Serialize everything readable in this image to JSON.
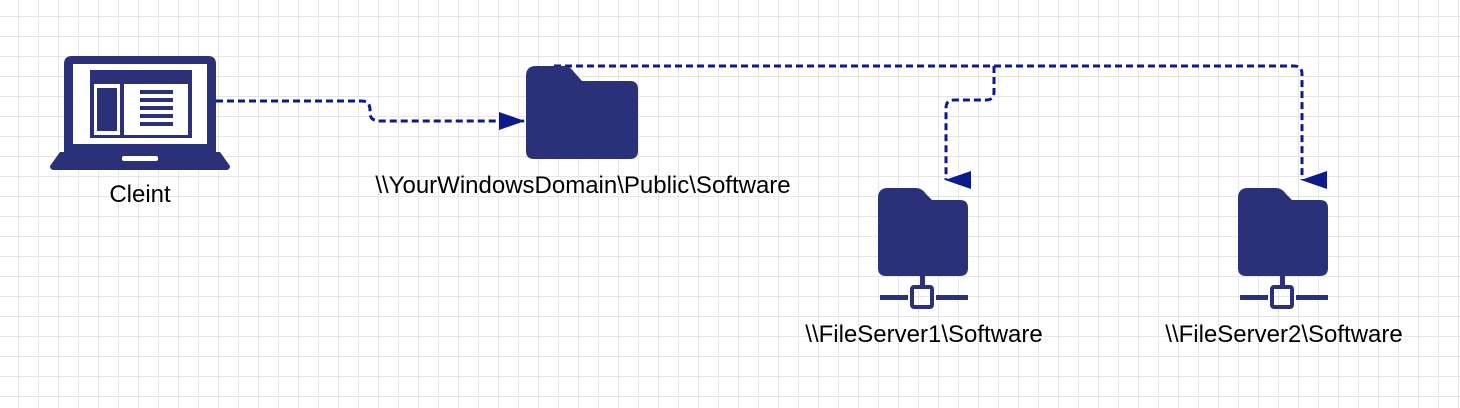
{
  "colors": {
    "icon": "#2b3179",
    "connector": "#0b1a8c",
    "grid": "#e6e6e6",
    "background": "#ffffff"
  },
  "nodes": {
    "client": {
      "label": "Cleint",
      "icon": "laptop-icon"
    },
    "namespace": {
      "label": "\\\\YourWindowsDomain\\Public\\Software",
      "icon": "folder-icon"
    },
    "fileserver1": {
      "label": "\\\\FileServer1\\Software",
      "icon": "network-folder-icon"
    },
    "fileserver2": {
      "label": "\\\\FileServer2\\Software",
      "icon": "network-folder-icon"
    }
  },
  "edges": [
    {
      "from": "client",
      "to": "namespace",
      "style": "dashed",
      "arrow": "end"
    },
    {
      "from": "namespace",
      "to": "fileserver1",
      "style": "dashed",
      "arrow": "end"
    },
    {
      "from": "namespace",
      "to": "fileserver2",
      "style": "dashed",
      "arrow": "end"
    }
  ]
}
